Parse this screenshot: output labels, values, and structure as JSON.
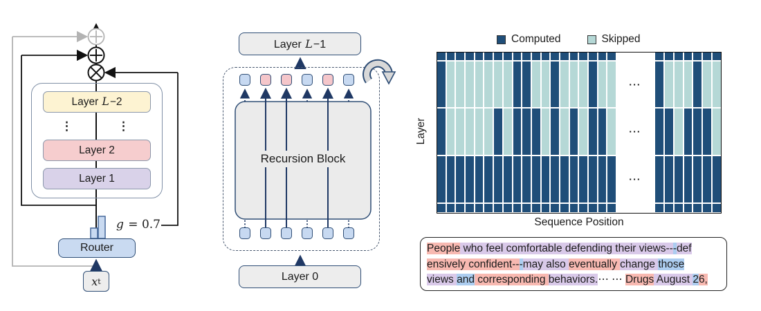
{
  "colors": {
    "computed": "#1f4e79",
    "skipped": "#b5d8d6",
    "token_blue": "#c7d9f1",
    "token_pink": "#f5c6ca",
    "token_border": "#2e4d75",
    "layer_cream": "#fdf3d2",
    "layer_pink": "#f6cdce",
    "layer_lavender": "#d9d2e9",
    "highlight_salmon": "#f8b9b1",
    "highlight_lavender": "#d9c9e9",
    "highlight_blue": "#accdf0"
  },
  "left_panel": {
    "layer_top": {
      "pre": "Layer ",
      "var": "L",
      "post": "−2"
    },
    "layer_mid": "Layer 2",
    "layer_bottom": "Layer 1",
    "dots": "⋮",
    "router": "Router",
    "gate": {
      "var": "g",
      "post": " = 0.7"
    },
    "input": {
      "var": "x",
      "sub": "t"
    }
  },
  "middle_panel": {
    "top_box": {
      "pre": "Layer ",
      "var": "L",
      "post": "−1"
    },
    "block": "Recursion Block",
    "bottom_box": "Layer 0",
    "top_tokens": [
      "blue",
      "pink",
      "pink",
      "blue",
      "pink",
      "blue"
    ],
    "top_arrows": [
      "dotted",
      "solid",
      "solid",
      "dotted",
      "solid",
      "dotted"
    ],
    "bottom_tokens": [
      "blue",
      "blue",
      "blue",
      "blue",
      "blue",
      "blue"
    ]
  },
  "chart_data": {
    "type": "heatmap",
    "xlabel": "Sequence Position",
    "ylabel": "Layer",
    "legend": [
      {
        "label": "Computed",
        "value": "C"
      },
      {
        "label": "Skipped",
        "value": "S"
      }
    ],
    "legend_position": "top",
    "gap_symbol": "▪▪▪",
    "left_columns": 19,
    "right_columns": 7,
    "rows": [
      {
        "height": 11,
        "partial": true,
        "left": "CCCCCCCCCCCCCCCCCCC",
        "right": "CCCCCCC"
      },
      {
        "height": 66,
        "partial": false,
        "left": "CSSSSSSSCCSSCSSSCSS",
        "right": "CSSSCSS"
      },
      {
        "height": 67,
        "partial": false,
        "left": "CSSSSSCSCCCSCSCSCCS",
        "right": "CCSCCCS"
      },
      {
        "height": 67,
        "partial": false,
        "left": "CCCCCCCCCCCCCCCCCCC",
        "right": "CCCCCCC"
      },
      {
        "height": 12,
        "partial": true,
        "left": "CCCCCCCCCCCCCCCCCCC",
        "right": "CCCCCCC"
      }
    ]
  },
  "text_box": {
    "lines": [
      [
        {
          "t": "People",
          "c": "salmon"
        },
        {
          "t": " who feel comfortable defending their views--",
          "c": "lavender"
        },
        {
          "t": "-",
          "c": "blue"
        },
        {
          "t": "def",
          "c": "lavender"
        }
      ],
      [
        {
          "t": "ensively confident--",
          "c": "salmon"
        },
        {
          "t": "-",
          "c": "blue"
        },
        {
          "t": "may also ",
          "c": "lavender"
        },
        {
          "t": "eventually ",
          "c": "salmon"
        },
        {
          "t": "change ",
          "c": "lavender"
        },
        {
          "t": "those",
          "c": "blue"
        }
      ],
      [
        {
          "t": "views ",
          "c": "lavender"
        },
        {
          "t": "and",
          "c": "blue"
        },
        {
          "t": " corresponding ",
          "c": "salmon"
        },
        {
          "t": "behaviors.",
          "c": "lavender"
        },
        {
          "t": "⋯ ⋯ ",
          "c": "none"
        },
        {
          "t": "Drugs",
          "c": "salmon"
        },
        {
          "t": " August ",
          "c": "lavender"
        },
        {
          "t": "2",
          "c": "blue"
        },
        {
          "t": "6,",
          "c": "salmon"
        }
      ]
    ]
  }
}
